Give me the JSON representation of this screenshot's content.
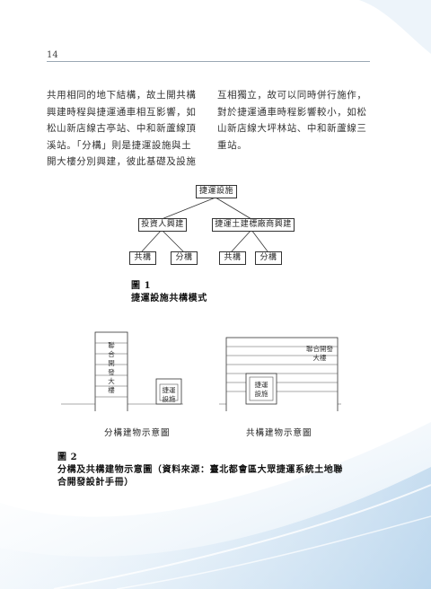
{
  "page": {
    "number": "14"
  },
  "body_left": [
    "共用相同的地下結構，故土開共構",
    "興建時程與捷運通車相互影響，如",
    "松山新店線古亭站、中和新蘆線頂",
    "溪站。「分構」則是捷運設施與土",
    "開大樓分別興建，彼此基礎及設施"
  ],
  "body_right": [
    "互相獨立，故可以同時併行施作，",
    "對於捷運通車時程影響較小，如松",
    "山新店線大坪林站、中和新蘆線三",
    "重站。"
  ],
  "figure1": {
    "root": "捷運設施",
    "mid_left": "投資人興建",
    "mid_right": "捷運土建標廠商興建",
    "leaves": [
      "共構",
      "分構",
      "共構",
      "分構"
    ],
    "caption_num": "圖 1",
    "caption_title": "捷運設施共構模式"
  },
  "figure2": {
    "left_tower_label": [
      "聯",
      "合",
      "開",
      "發",
      "大",
      "樓"
    ],
    "left_small_label": [
      "捷運",
      "設施"
    ],
    "left_subtitle": "分構建物示意圖",
    "right_tower_label": [
      "聯合開發",
      "大樓"
    ],
    "right_inner_label": [
      "捷運",
      "設施"
    ],
    "right_subtitle": "共構建物示意圖",
    "caption_num": "圖 2",
    "caption_title": [
      "分構及共構建物示意圖（資料來源：臺北都會區大眾捷運系統土地聯",
      "合開發設計手冊）"
    ]
  },
  "colors": {
    "accent": "#8fb9dc",
    "wave_light": "#dcebf7",
    "rule": "#9aa7b4"
  }
}
